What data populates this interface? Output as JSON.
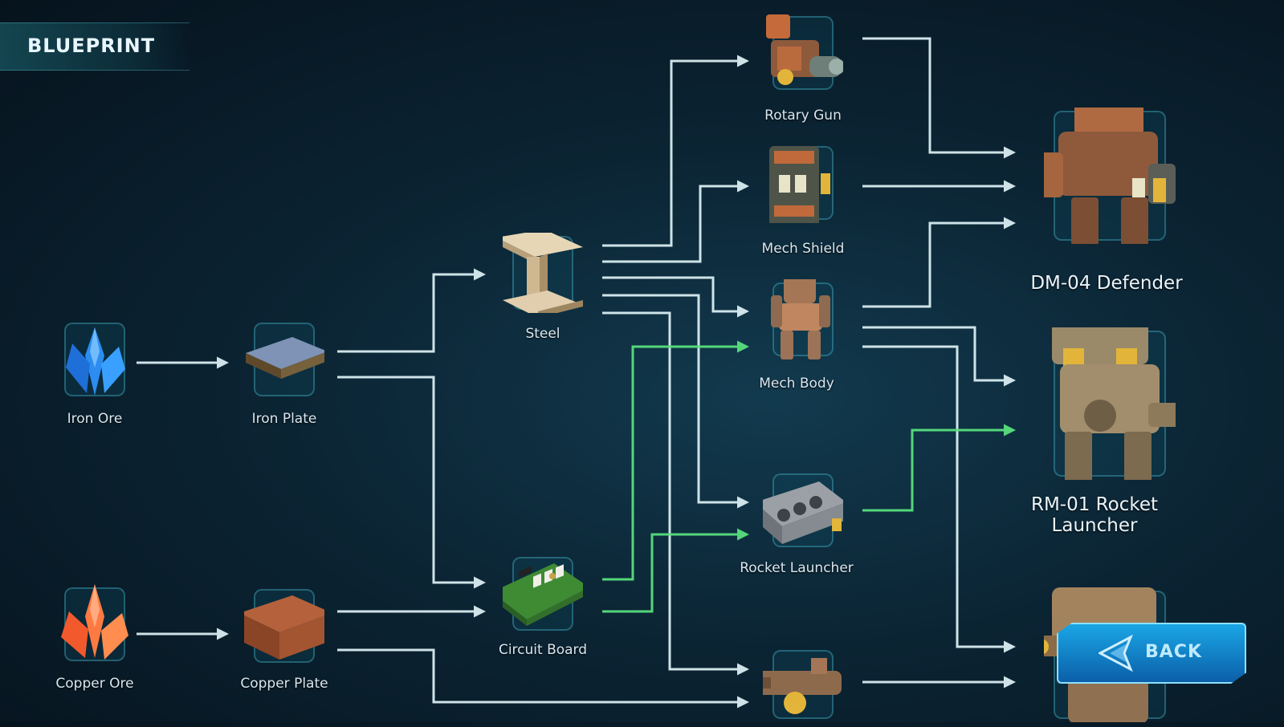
{
  "header": {
    "title": "BLUEPRINT"
  },
  "nodes": {
    "iron_ore": "Iron Ore",
    "iron_plate": "Iron Plate",
    "copper_ore": "Copper Ore",
    "copper_plate": "Copper Plate",
    "steel": "Steel",
    "circuit_board": "Circuit Board",
    "rotary_gun": "Rotary Gun",
    "mech_shield": "Mech Shield",
    "mech_body": "Mech Body",
    "rocket_launcher": "Rocket Launcher",
    "dm04": "DM-04 Defender",
    "rm01": "RM-01 Rocket Launcher"
  },
  "back_button": {
    "label": "BACK"
  },
  "colors": {
    "flow_white": "#dff3f7",
    "flow_green": "#58e07e",
    "accent": "#1aa6e6"
  }
}
